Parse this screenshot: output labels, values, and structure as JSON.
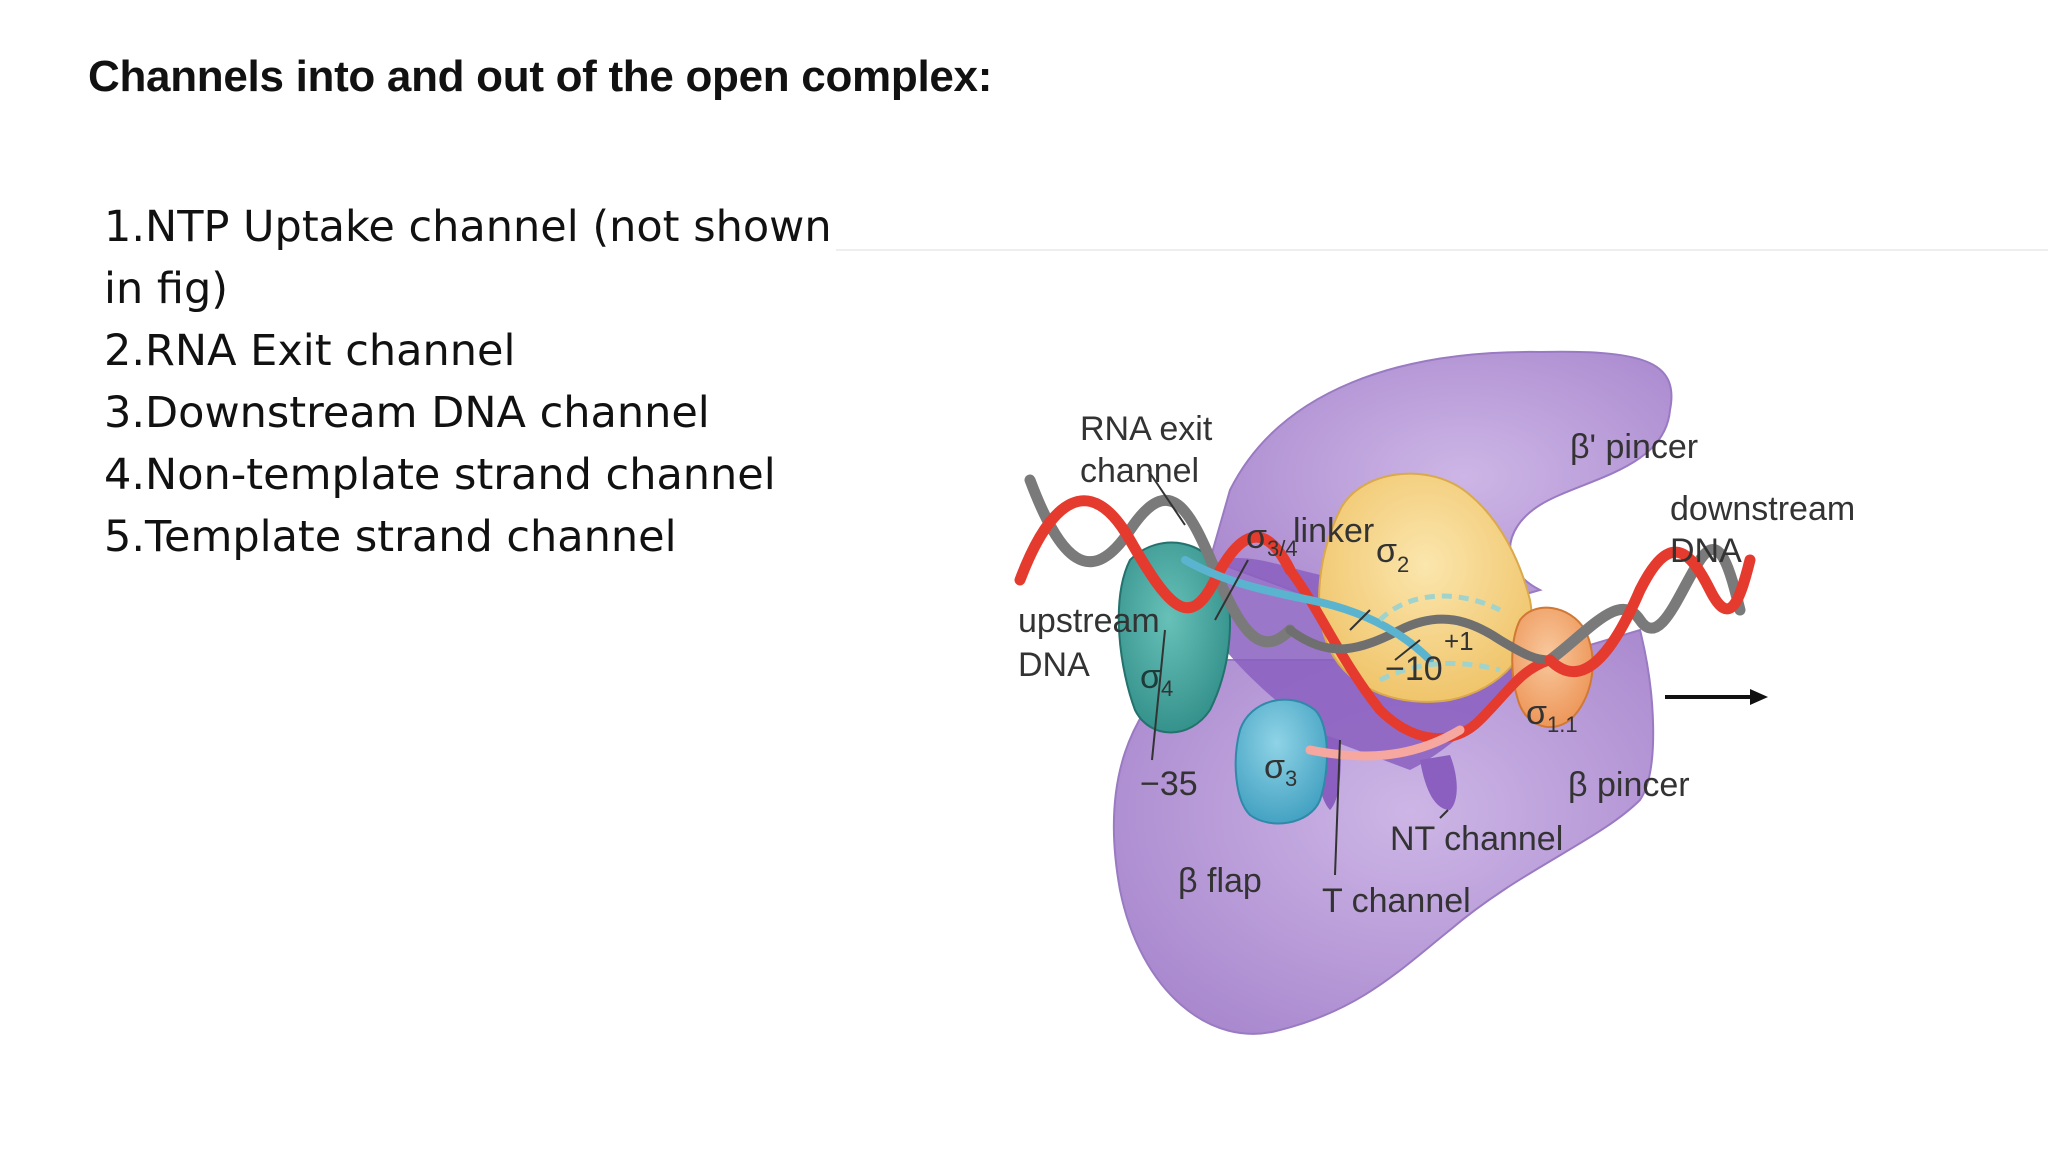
{
  "slide": {
    "title": "Channels into and out of the open complex:",
    "items": [
      "1.NTP Uptake channel (not shown in fig)",
      "2.RNA Exit channel",
      "3.Downstream DNA channel",
      "4.Non-template strand channel",
      "5.Template strand channel"
    ]
  },
  "figure": {
    "labels": {
      "rna_exit_1": "RNA exit",
      "rna_exit_2": "channel",
      "beta_prime_pincer": "β' pincer",
      "downstream_1": "downstream",
      "downstream_2": "DNA",
      "upstream_1": "upstream",
      "upstream_2": "DNA",
      "sigma34": "σ",
      "sigma34_sub": "3/4",
      "linker": "linker",
      "sigma2": "σ",
      "sigma2_sub": "2",
      "plus1": "+1",
      "minus10": "−10",
      "sigma4": "σ",
      "sigma4_sub": "4",
      "minus35": "−35",
      "sigma3": "σ",
      "sigma3_sub": "3",
      "sigma11": "σ",
      "sigma11_sub": "1.1",
      "beta_pincer": "β pincer",
      "nt_channel": "NT channel",
      "beta_flap": "β flap",
      "t_channel": "T channel"
    },
    "colors": {
      "polymerase": "#b79ad6",
      "polymerase_dark": "#8a5fbf",
      "sigma2": "#f4d27e",
      "sigma4": "#3a9c96",
      "sigma3": "#5bb4cf",
      "sigma11": "#f2a46a",
      "dna_template": "#e53b2e",
      "dna_nontemplate": "#6f6f6f",
      "rna": "#f5a7a0"
    }
  }
}
